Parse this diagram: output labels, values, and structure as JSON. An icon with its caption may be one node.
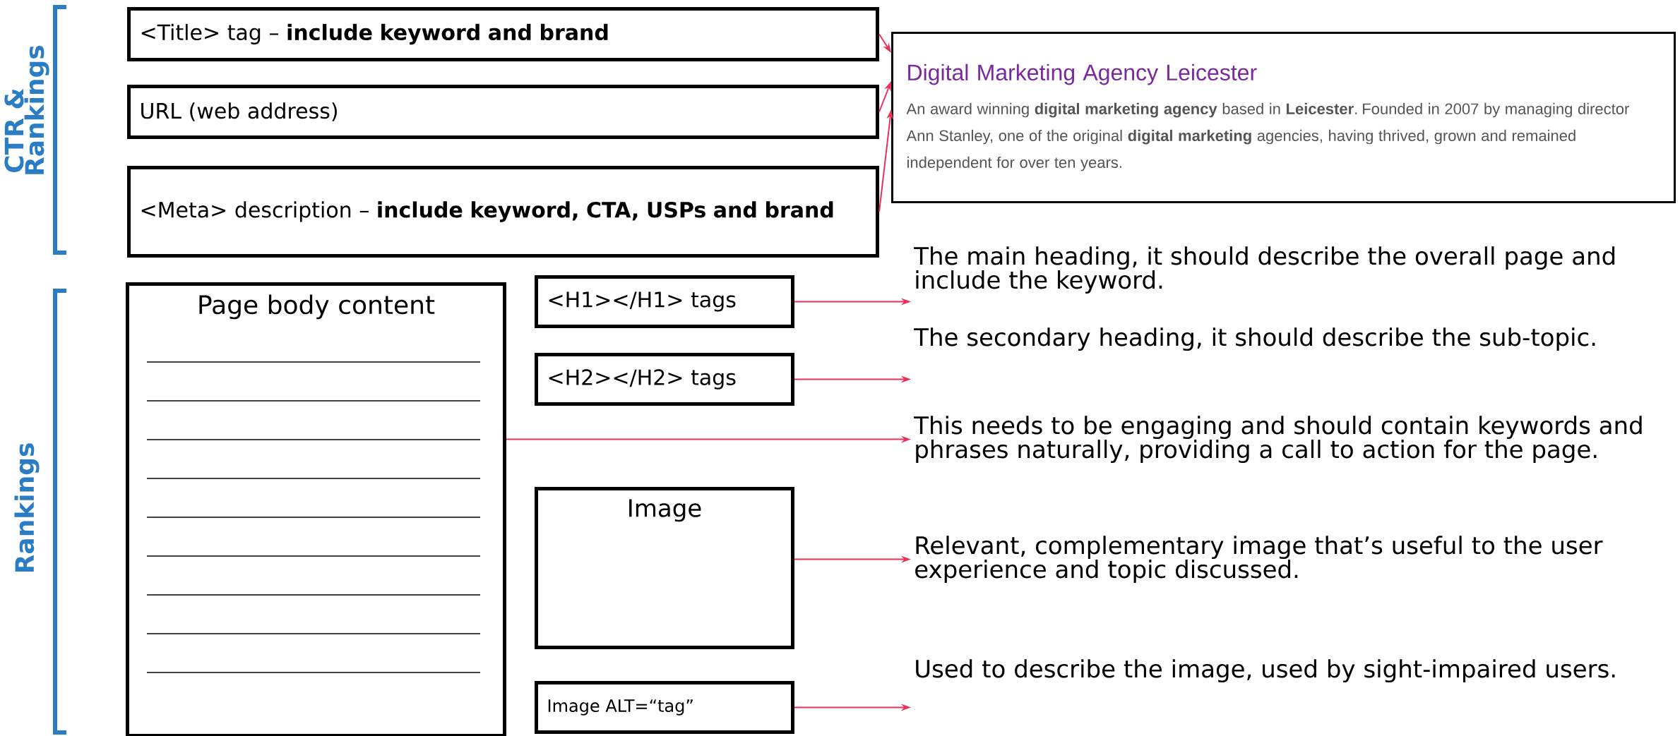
{
  "diagram": {
    "nodes": [
      {
        "text": [
          "<Title> tag – **include keyword and brand**"
        ]
      },
      {
        "text": [
          "URL (web address)"
        ]
      },
      {
        "text": [
          "<Meta> description – **include keyword, CTA, USPs and brand**"
        ]
      },
      {
        "text": [
          "Digital Marketing Agency Leicester",
          "An award winning **digital marketing agency** based in **Leicester**. Founded in 2007 by managing director Ann Stanley, one of the original **digital marketing** agencies, having thrived, grown and remained independent for over ten years."
        ]
      },
      {
        "text": [
          "Page body content"
        ]
      },
      {
        "text": [
          "<H1></H1> tags"
        ]
      },
      {
        "text": [
          "<H2></H2> tags"
        ]
      },
      {
        "text": [
          "Image"
        ]
      },
      {
        "text": [
          "Image ALT=“tag”"
        ]
      },
      {
        "text": [
          "The main heading, it should describe the overall page and include the keyword."
        ]
      },
      {
        "text": [
          "The secondary heading, it should describe the sub-topic."
        ]
      },
      {
        "text": [
          "This needs to be engaging and should contain keywords and phrases naturally, providing a call to action for the page."
        ]
      },
      {
        "text": [
          "Relevant, complementary image that’s useful to the user experience and topic discussed."
        ]
      },
      {
        "text": [
          "Used to describe the image, used by sight-impaired users."
        ]
      }
    ],
    "edges": [
      {
        "from": 0,
        "to": 3,
        "arrow": "to"
      },
      {
        "from": 1,
        "to": 3,
        "arrow": "to"
      },
      {
        "from": 2,
        "to": 3,
        "arrow": "to"
      },
      {
        "from": 5,
        "to": 9,
        "arrow": "to"
      },
      {
        "from": 6,
        "to": 10,
        "arrow": "to"
      },
      {
        "from": 4,
        "to": 11,
        "arrow": "to"
      },
      {
        "from": 7,
        "to": 12,
        "arrow": "to"
      },
      {
        "from": 8,
        "to": 13,
        "arrow": "to"
      }
    ],
    "labels": [
      "CTR & Rankings",
      "Rankings"
    ]
  }
}
